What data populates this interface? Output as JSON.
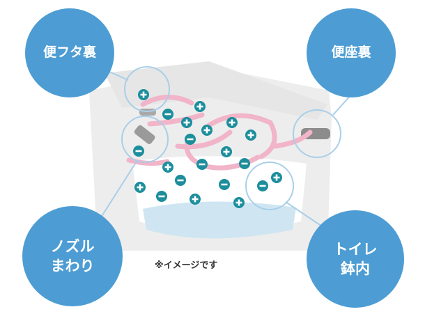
{
  "colors": {
    "bubble": "#4d9dd4",
    "ion": "#1c8e9c",
    "airflow": "#f1b4c8",
    "toilet": "#ededed",
    "toilet_dark": "#d9d9d9",
    "water": "#cfe6f2",
    "ring": "#a9cfe8"
  },
  "labels": {
    "lid": "便フタ裏",
    "seat": "便座裏",
    "nozzle": "ノズル\nまわり",
    "bowl": "トイレ\n鉢内"
  },
  "note": "※イメージです",
  "icons": {
    "plus": "plus-ion-icon",
    "minus": "minus-ion-icon"
  }
}
